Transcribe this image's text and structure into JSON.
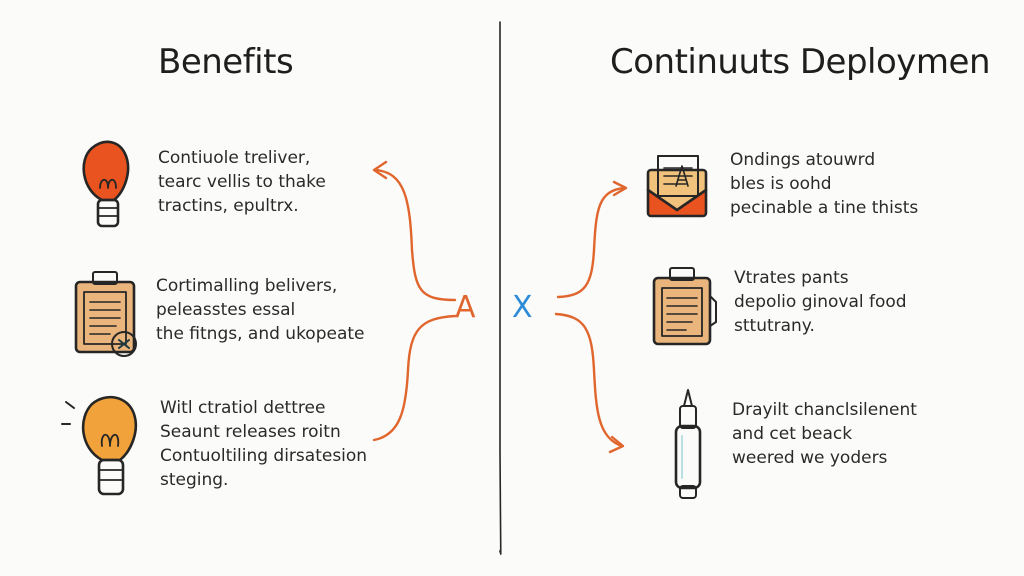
{
  "left_title": "Benefits",
  "right_title": "Continuuts Deploymen",
  "center": {
    "left_letter": "A",
    "right_letter": "X"
  },
  "left_items": [
    {
      "icon": "lightbulb-icon",
      "lines": [
        "Contiuole treliver,",
        "tearc vellis to thake",
        "tractins, epultrx."
      ]
    },
    {
      "icon": "clipboard-icon",
      "lines": [
        "Cortimalling belivers,",
        "peleasstes essal",
        "the fitngs, and ukopeate"
      ]
    },
    {
      "icon": "lightbulb-icon",
      "lines": [
        "Witl ctratiol dettree",
        "Seaunt releases roitn",
        "Contuoltiling dirsatesion",
        "steging."
      ]
    }
  ],
  "right_items": [
    {
      "icon": "envelope-icon",
      "lines": [
        "Ondings atouwrd",
        "bles is oohd",
        "pecinable a tine thists"
      ]
    },
    {
      "icon": "clipboard-icon",
      "lines": [
        "Vtrates pants",
        "depolio ginoval food",
        "sttutrany."
      ]
    },
    {
      "icon": "marker-pen-icon",
      "lines": [
        "Drayilt chanclsilenent",
        "and cet beack",
        "weered we yoders"
      ]
    }
  ],
  "colors": {
    "accent_orange": "#e0662e",
    "accent_blue": "#2d8bd8",
    "ink": "#262626",
    "bulb_red": "#e8531f",
    "bulb_yellow": "#f2a23a",
    "paper_tan": "#e9b57d",
    "teal": "#2f7f8c"
  }
}
